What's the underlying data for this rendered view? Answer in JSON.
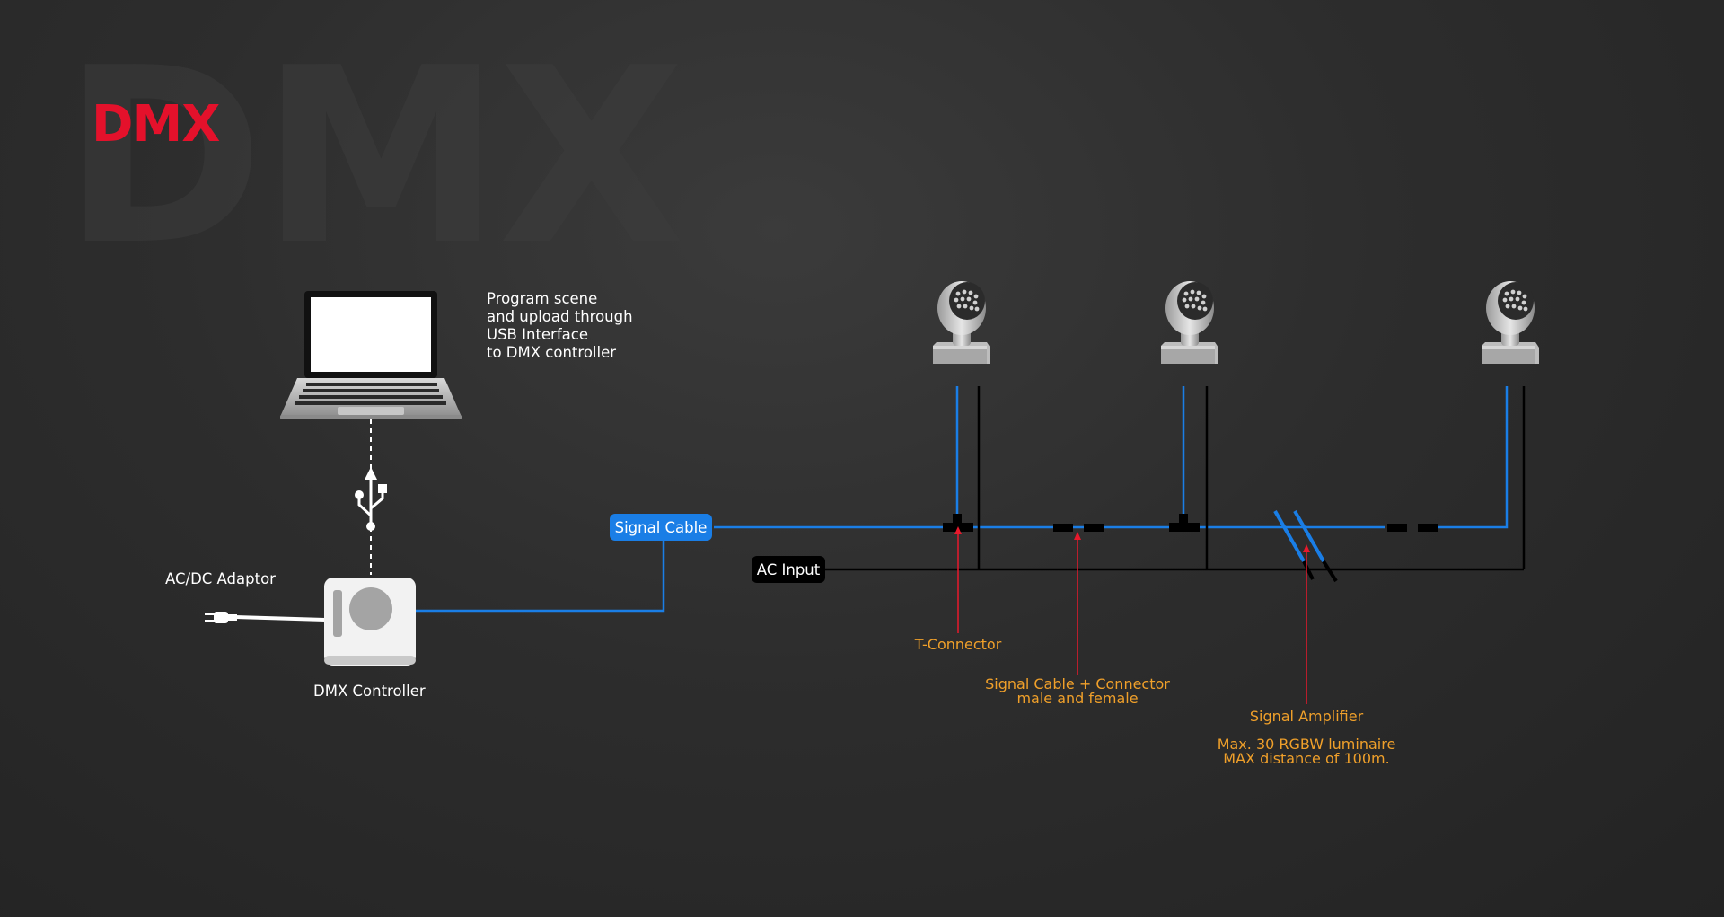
{
  "title": {
    "watermark": "DMX",
    "label": "DMX"
  },
  "labels": {
    "program_scene": [
      "Program scene",
      "and upload through",
      "USB Interface",
      "to DMX controller"
    ],
    "ac_dc_adaptor": "AC/DC Adaptor",
    "dmx_controller": "DMX Controller",
    "signal_cable": "Signal Cable",
    "ac_input": "AC Input",
    "t_connector": "T-Connector",
    "cable_connector": [
      "Signal Cable + Connector",
      "male and female"
    ],
    "signal_amplifier": "Signal Amplifier",
    "max_note": [
      "Max. 30 RGBW luminaire",
      "MAX distance of 100m."
    ]
  },
  "colors": {
    "brand_red": "#e4112b",
    "signal_blue": "#1a7ee6",
    "annotation_orange": "#f0a02a",
    "pointer_red": "#e8192c",
    "white": "#ffffff"
  },
  "icons": [
    "laptop-icon",
    "usb-icon",
    "plug-icon",
    "dmx-controller-icon",
    "spotlight-icon"
  ]
}
